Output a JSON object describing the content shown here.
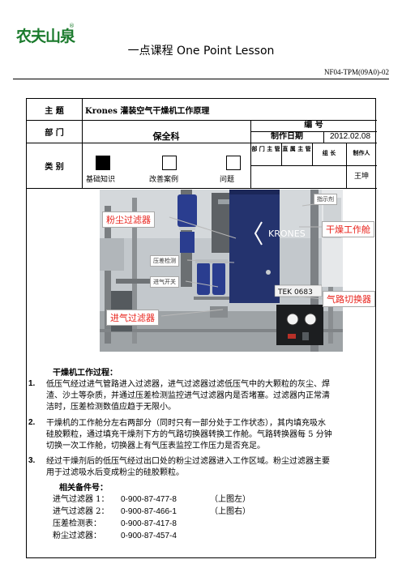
{
  "brand": {
    "logo_text": "农夫山泉",
    "reg_mark": "®",
    "brand_color": "#1a7a2c"
  },
  "page_title": "一点课程 One Point Lesson",
  "doc_code": "NF04-TPM(09A0)-02",
  "form": {
    "topic_label": "主 题",
    "topic_value": "Krones 灌装空气干燥机工作原理",
    "dept_label": "部 门",
    "dept_value": "保全科",
    "number_label": "编 号",
    "date_label": "制作日期",
    "date_value": "2012.02.08",
    "type_label": "类 别",
    "dept_head_label": "部 门 主 管",
    "direct_head_label": "直 属 主 管",
    "team_lead_label": "组 长",
    "author_label": "制作人",
    "author_value": "王坤",
    "categories": [
      {
        "label": "基础知识",
        "checked": true
      },
      {
        "label": "改善案例",
        "checked": false
      },
      {
        "label": "问题",
        "checked": false
      }
    ]
  },
  "figure": {
    "brand_plate": "KRONES",
    "model_plate": "TEK 0683",
    "callouts": {
      "indicator": "指示剂",
      "dust_filter": "粉尘过滤器",
      "drying_chamber": "干燥工作舱",
      "pressure_detect": "压差检测",
      "inlet_switch": "进气开关",
      "inlet_filter": "进气过滤器",
      "path_switch": "气路切换器"
    },
    "accent_color": "#e8221b"
  },
  "process": {
    "heading": "干燥机工作过程：",
    "items": [
      {
        "num": "1.",
        "lines": [
          "低压气经过进气管路进入过滤器，进气过滤器过滤低压气中的大颗粒的灰尘、焊",
          "渣、沙土等杂质，并通过压差检测监控进气过滤器内是否堵塞。过滤器内正常清",
          "洁时，压差检测数值应趋于无限小。"
        ]
      },
      {
        "num": "2.",
        "lines": [
          "干燥机的工作舱分左右两部分（同时只有一部分处于工作状态），其内填充吸水",
          "硅胶颗粒，通过填充干燥剂下方的气路切换器转换工作舱。气路转换器每 5 分钟",
          "切换一次工作舱，切换器上有气压表监控工作压力是否充足。"
        ]
      },
      {
        "num": "3.",
        "lines": [
          "经过干燥剂后的低压气经过出口处的粉尘过滤器进入工作区域。粉尘过滤器主要",
          "用于过滤吸水后变成粉尘的硅胶颗粒。"
        ]
      }
    ]
  },
  "parts": {
    "heading": "相关备件号：",
    "rows": [
      {
        "label": "进气过滤器 1：",
        "number": "0-900-87-477-8",
        "note": "（上图左）"
      },
      {
        "label": "进气过滤器 2：",
        "number": "0-900-87-466-1",
        "note": "（上图右）"
      },
      {
        "label": "压差检测表：",
        "number": "0-900-87-417-8",
        "note": ""
      },
      {
        "label": "粉尘过滤器：",
        "number": "0-900-87-457-4",
        "note": ""
      }
    ]
  }
}
